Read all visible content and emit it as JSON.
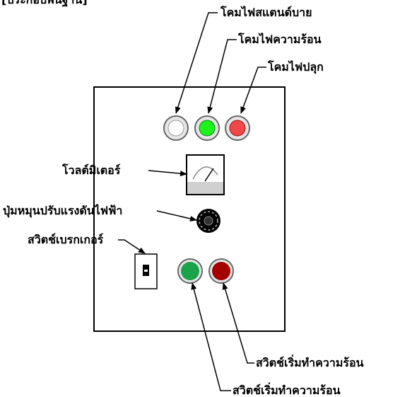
{
  "header": {
    "text": "[ประกอบพื้นฐาน]"
  },
  "labels": {
    "standby_lamp": "โคมไฟสแตนด์บาย",
    "heat_lamp": "โคมไฟความร้อน",
    "wake_lamp": "โคมไฟปลุก",
    "voltmeter": "โวลต์มิเตอร์",
    "voltage_knob": "ปุ่มหมุนปรับแรงดันไฟฟ้า",
    "breaker_switch": "สวิตช์เบรกเกอร์",
    "start_heat_switch_1": "สวิตช์เริ่มทำความร้อน",
    "start_heat_switch_2": "สวิตช์เริ่มทำความร้อน"
  },
  "colors": {
    "standby_lamp": "#ffffff",
    "heat_lamp": "#1cf21c",
    "wake_lamp": "#f04848",
    "start_button_green": "#1aa34a",
    "start_button_red": "#a40000",
    "knob": "#000000"
  }
}
